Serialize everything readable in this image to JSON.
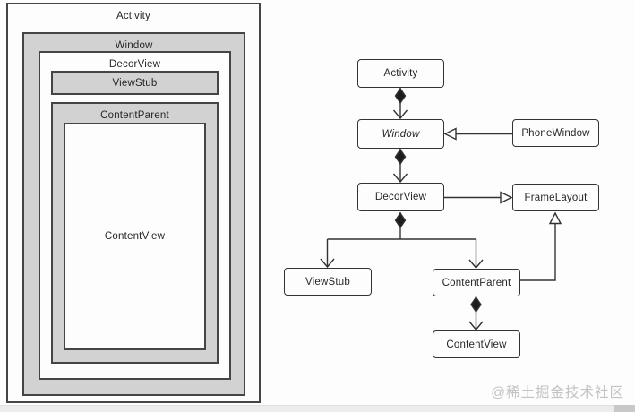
{
  "left_diagram": {
    "activity": "Activity",
    "window": "Window",
    "decorview": "DecorView",
    "viewstub": "ViewStub",
    "contentparent": "ContentParent",
    "contentview": "ContentView"
  },
  "right_diagram": {
    "nodes": {
      "activity": "Activity",
      "window": "Window",
      "phonewindow": "PhoneWindow",
      "decorview": "DecorView",
      "framelayout": "FrameLayout",
      "viewstub": "ViewStub",
      "contentparent": "ContentParent",
      "contentview": "ContentView"
    },
    "edges": [
      {
        "from": "Activity",
        "to": "Window",
        "type": "composition-arrow"
      },
      {
        "from": "PhoneWindow",
        "to": "Window",
        "type": "hollow-triangle"
      },
      {
        "from": "Window",
        "to": "DecorView",
        "type": "composition-arrow"
      },
      {
        "from": "DecorView",
        "to": "FrameLayout",
        "type": "hollow-triangle"
      },
      {
        "from": "DecorView",
        "to": "ViewStub",
        "type": "composition-arrow"
      },
      {
        "from": "DecorView",
        "to": "ContentParent",
        "type": "composition-arrow"
      },
      {
        "from": "ContentParent",
        "to": "FrameLayout",
        "type": "hollow-triangle"
      },
      {
        "from": "ContentParent",
        "to": "ContentView",
        "type": "composition-arrow"
      }
    ]
  },
  "watermark": "@稀土掘金技术社区",
  "colors": {
    "gray_fill": "#d2d2d2",
    "box_border": "#454545",
    "node_border": "#333333",
    "line": "#333333",
    "diamond_fill": "#1d1d1d",
    "watermark": "#c3c3c3",
    "bottom_bar": "#ececec",
    "bottom_bar_segment": "#c8c8c8"
  }
}
